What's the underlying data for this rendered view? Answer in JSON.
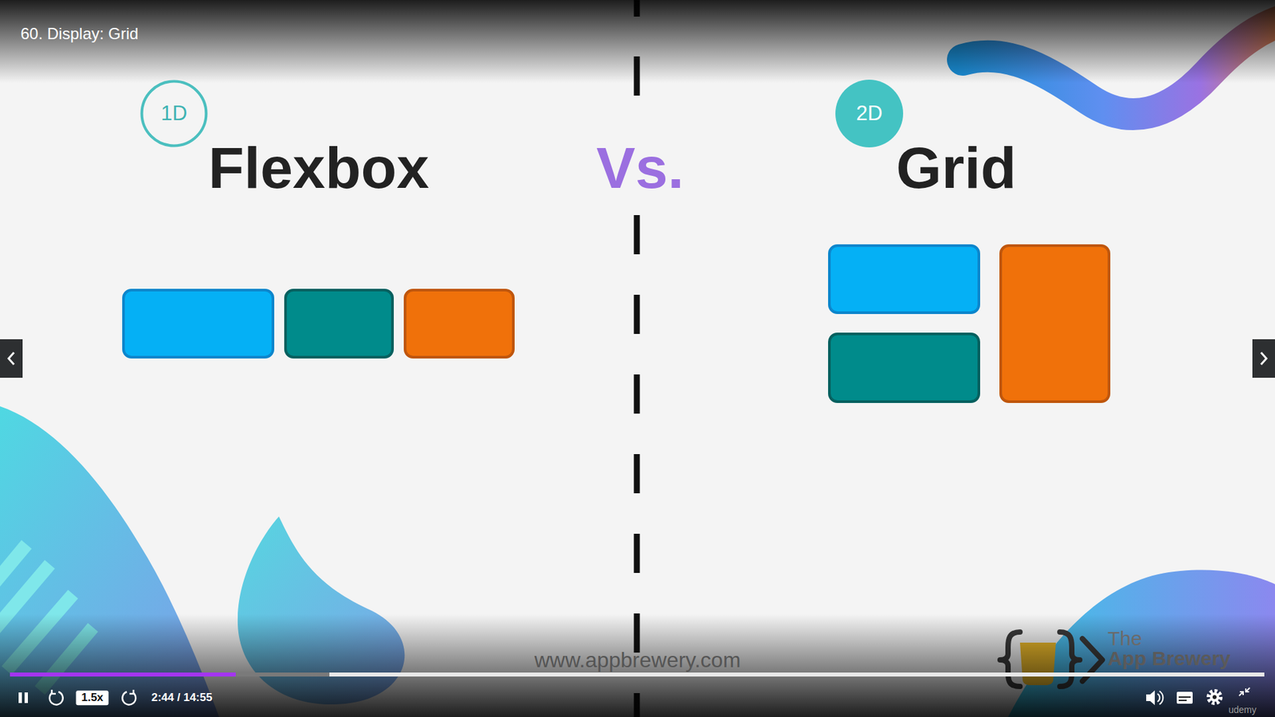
{
  "diagram": {
    "title": "60. Display: Grid",
    "nodes": [
      {
        "text": [
          "1D"
        ]
      },
      {
        "text": [
          "2D"
        ]
      }
    ],
    "labels": [
      "Flexbox",
      "Vs.",
      "Grid",
      "www.appbrewery.com",
      "The",
      "App Brewery",
      "1.5x",
      "2:44 / 14:55",
      "udemy"
    ]
  }
}
